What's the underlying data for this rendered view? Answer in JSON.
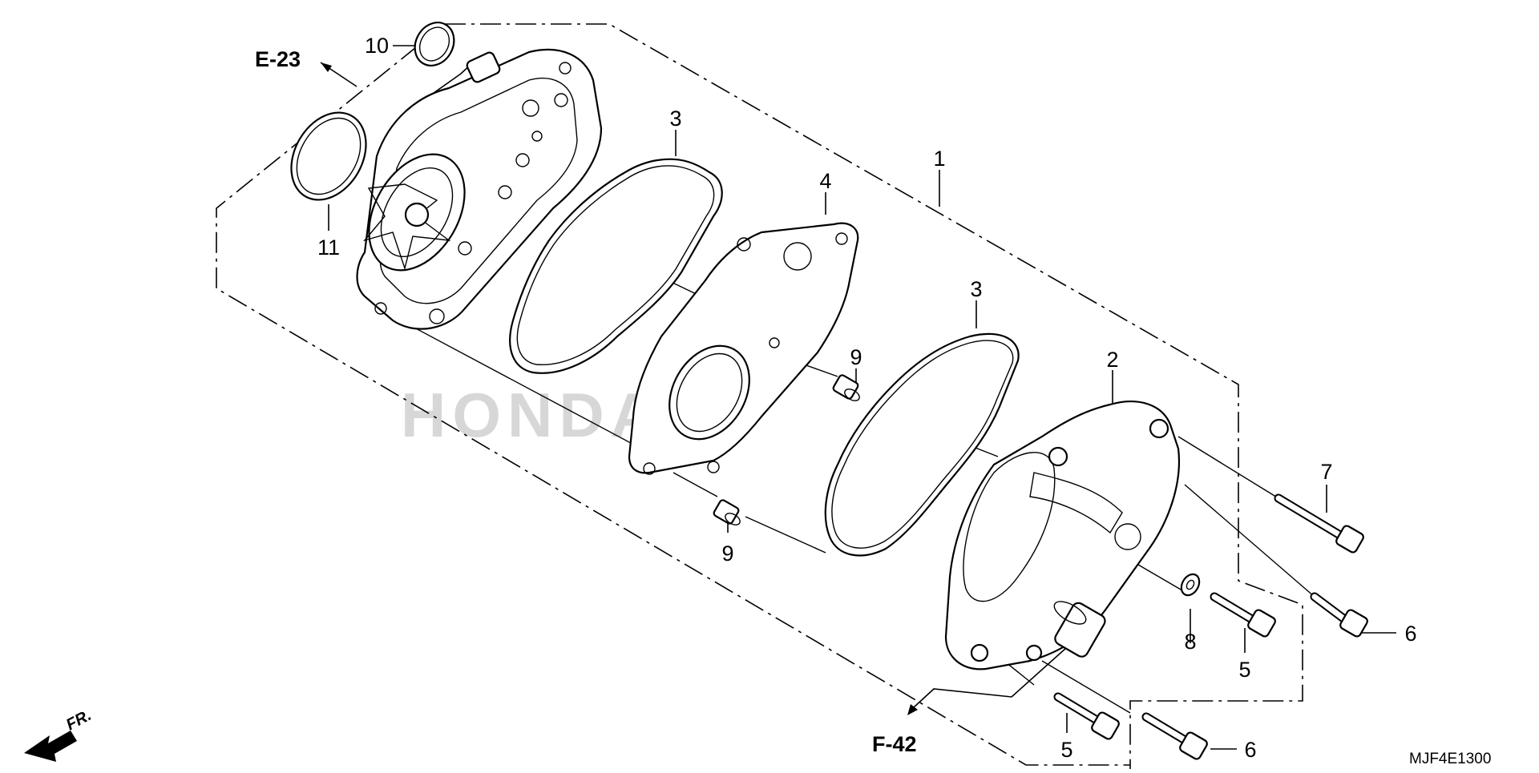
{
  "diagram": {
    "callouts": [
      {
        "id": "c1",
        "label": "1"
      },
      {
        "id": "c2",
        "label": "2"
      },
      {
        "id": "c3a",
        "label": "3"
      },
      {
        "id": "c3b",
        "label": "3"
      },
      {
        "id": "c4",
        "label": "4"
      },
      {
        "id": "c5a",
        "label": "5"
      },
      {
        "id": "c5b",
        "label": "5"
      },
      {
        "id": "c6a",
        "label": "6"
      },
      {
        "id": "c6b",
        "label": "6"
      },
      {
        "id": "c7",
        "label": "7"
      },
      {
        "id": "c8",
        "label": "8"
      },
      {
        "id": "c9a",
        "label": "9"
      },
      {
        "id": "c9b",
        "label": "9"
      },
      {
        "id": "c10",
        "label": "10"
      },
      {
        "id": "c11",
        "label": "11"
      }
    ],
    "refs": {
      "top_ref": "E-23",
      "bottom_ref": "F-42"
    },
    "direction_label": "FR.",
    "diagram_code": "MJF4E1300",
    "watermark": "HONDA"
  }
}
